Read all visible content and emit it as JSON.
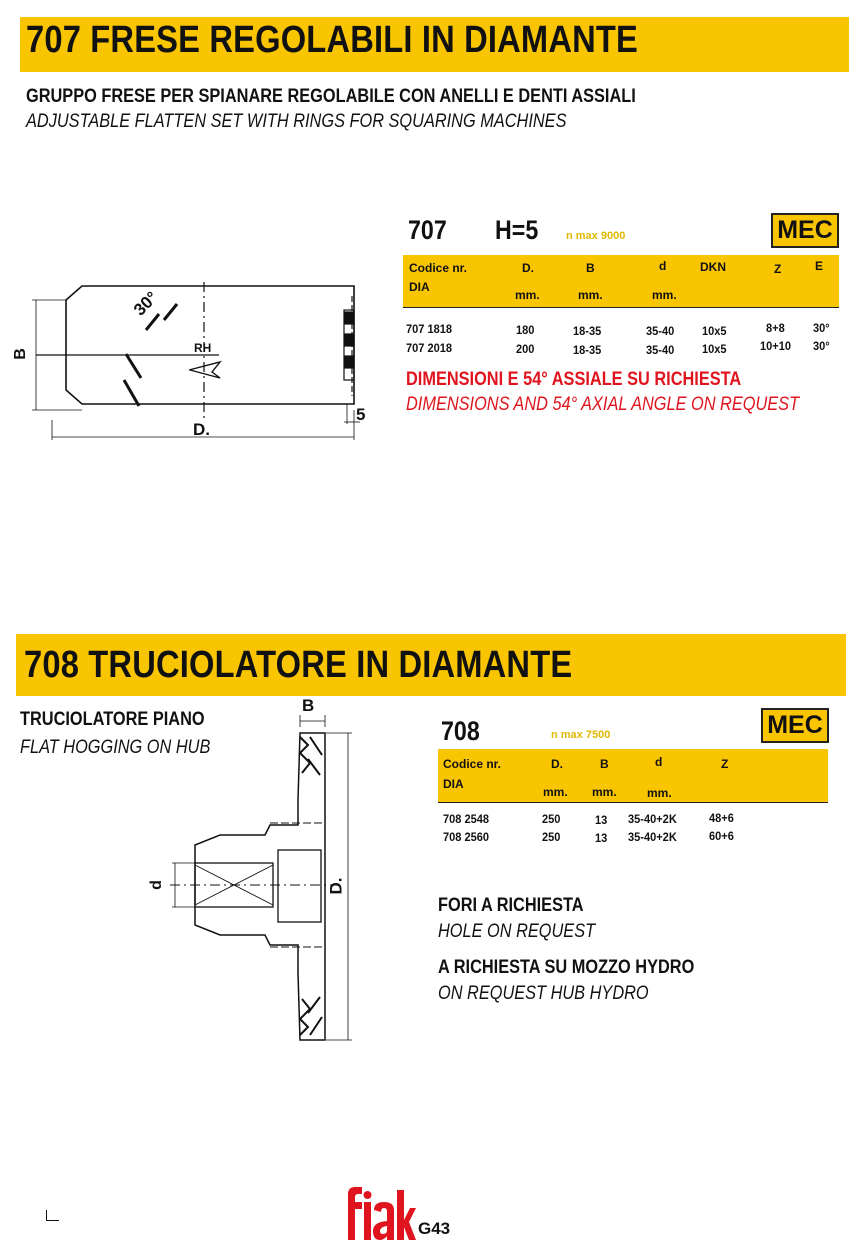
{
  "section707": {
    "title": "707  FRESE REGOLABILI IN DIAMANTE",
    "subtitle_it": "GRUPPO FRESE PER SPIANARE REGOLABILE CON ANELLI E DENTI ASSIALI",
    "subtitle_en": "ADJUSTABLE FLATTEN SET WITH RINGS FOR SQUARING MACHINES",
    "code": "707",
    "height_label": "H=5",
    "nmax": "n max 9000",
    "mec": "MEC",
    "headers": {
      "code_line1": "Codice nr.",
      "code_line2": "DIA",
      "D": "D.",
      "B": "B",
      "d": "d",
      "DKN": "DKN",
      "Z": "Z",
      "E": "E",
      "unit_D": "mm.",
      "unit_B": "mm.",
      "unit_d": "mm."
    },
    "rows": [
      {
        "code": "707 1818",
        "D": "180",
        "B": "18-35",
        "d": "35-40",
        "DKN": "10x5",
        "Z": "8+8",
        "E": "30°"
      },
      {
        "code": "707 2018",
        "D": "200",
        "B": "18-35",
        "d": "35-40",
        "DKN": "10x5",
        "Z": "10+10",
        "E": "30°"
      }
    ],
    "note_it": "DIMENSIONI E 54° ASSIALE SU RICHIESTA",
    "note_en": "DIMENSIONS AND 54° AXIAL ANGLE ON REQUEST",
    "drawing": {
      "angle_label": "30°",
      "rotation_label": "RH",
      "b_label": "B",
      "d_label": "D.",
      "five_label": "5"
    }
  },
  "section708": {
    "title": "708  TRUCIOLATORE IN DIAMANTE",
    "subtitle_it": "TRUCIOLATORE PIANO",
    "subtitle_en": "FLAT HOGGING ON HUB",
    "code": "708",
    "nmax": "n max 7500",
    "mec": "MEC",
    "headers": {
      "code_line1": "Codice nr.",
      "code_line2": "DIA",
      "D": "D.",
      "B": "B",
      "d": "d",
      "Z": "Z",
      "unit_D": "mm.",
      "unit_B": "mm.",
      "unit_d": "mm."
    },
    "rows": [
      {
        "code": "708 2548",
        "D": "250",
        "B": "13",
        "d": "35-40+2K",
        "Z": "48+6"
      },
      {
        "code": "708 2560",
        "D": "250",
        "B": "13",
        "d": "35-40+2K",
        "Z": "60+6"
      }
    ],
    "note1_it": "FORI A RICHIESTA",
    "note1_en": "HOLE ON REQUEST",
    "note2_it": "A RICHIESTA SU MOZZO HYDRO",
    "note2_en": "ON REQUEST HUB HYDRO",
    "drawing": {
      "b_label": "B",
      "small_d_label": "d",
      "d_label": "D."
    }
  },
  "footer": {
    "logo": "fiak",
    "page": "G43"
  },
  "colors": {
    "banner": "#f9c400",
    "red_note": "#e0141e",
    "logo": "#e0141e",
    "nmax": "#e0b800"
  }
}
